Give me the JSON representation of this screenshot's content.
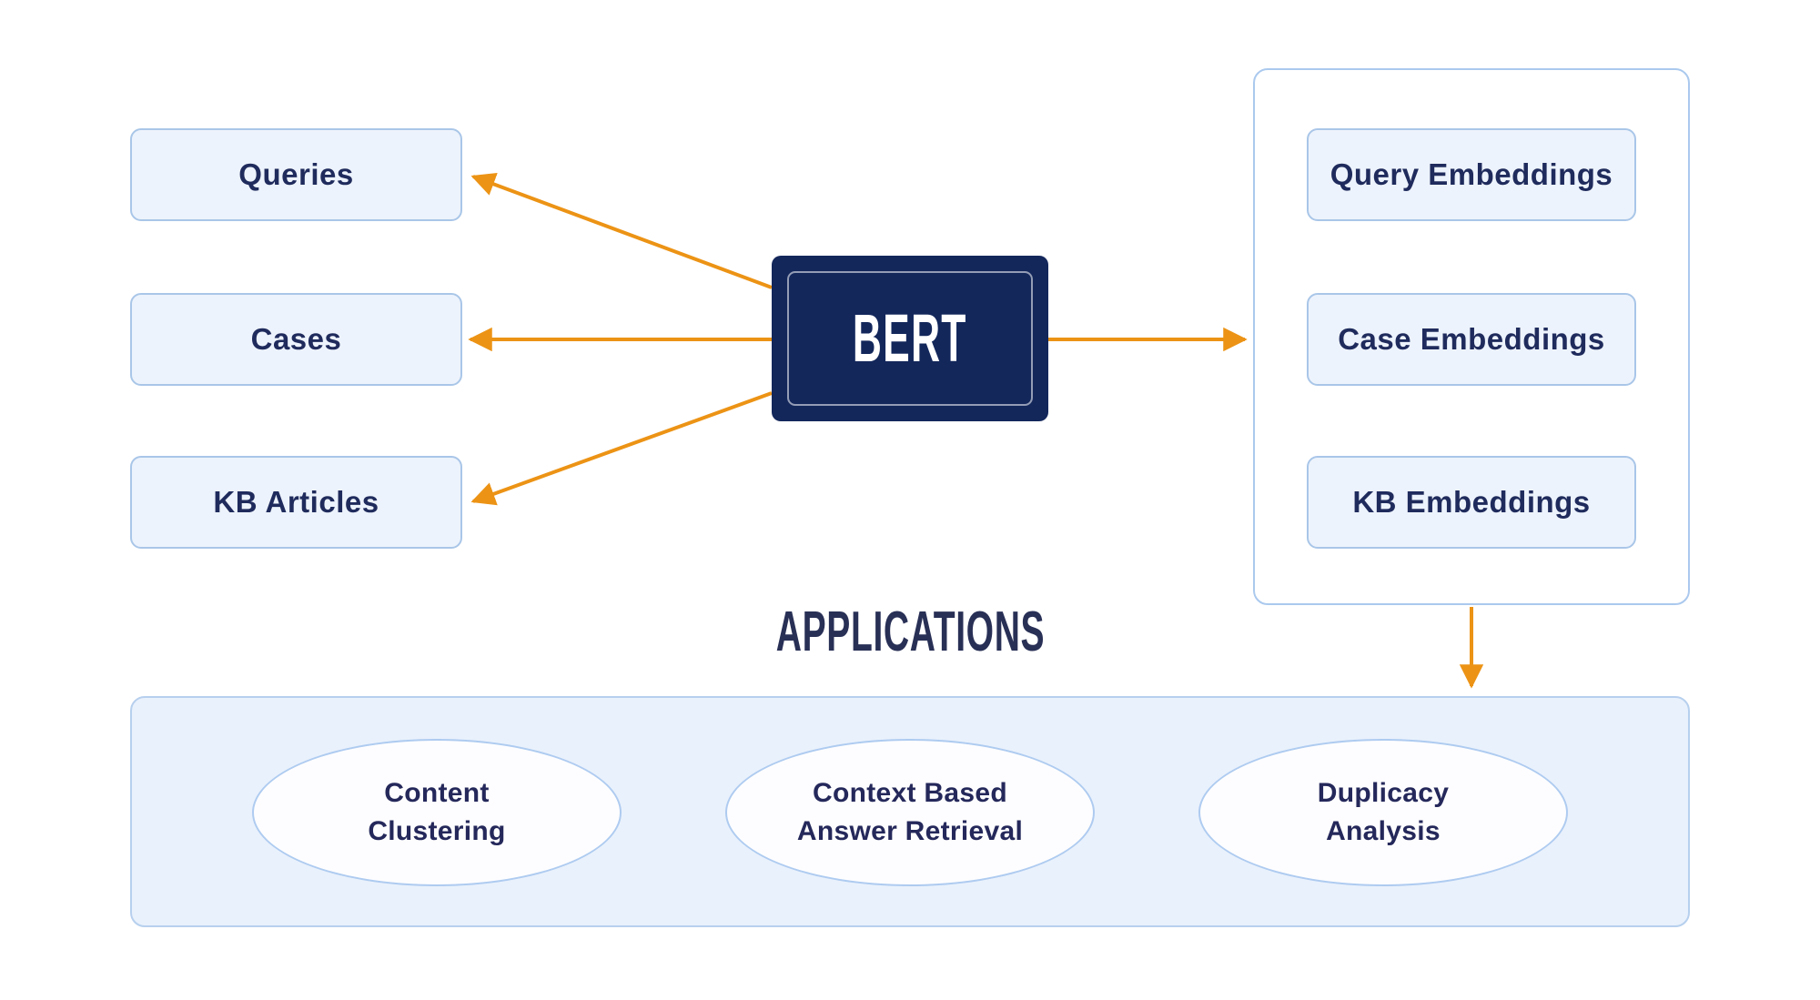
{
  "diagram": {
    "model": {
      "label": "BERT"
    },
    "inputs": [
      {
        "label": "Queries"
      },
      {
        "label": "Cases"
      },
      {
        "label": "KB Articles"
      }
    ],
    "outputs": [
      {
        "label": "Query Embeddings"
      },
      {
        "label": "Case Embeddings"
      },
      {
        "label": "KB Embeddings"
      }
    ],
    "applications": {
      "title": "APPLICATIONS",
      "items": [
        {
          "line1": "Content",
          "line2": "Clustering"
        },
        {
          "line1": "Context Based",
          "line2": "Answer Retrieval"
        },
        {
          "line1": "Duplicacy",
          "line2": "Analysis"
        }
      ]
    },
    "colors": {
      "arrow_orange": "#ec9315",
      "model_box_navy": "#13275b",
      "label_navy": "#1f2b5c",
      "node_fill": "#edf3fc",
      "node_border": "#a9c6e8",
      "panel_fill": "#e9f1fc"
    }
  }
}
